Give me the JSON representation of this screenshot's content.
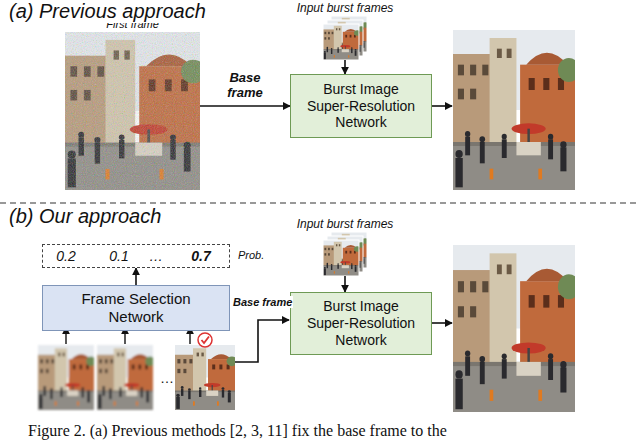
{
  "diagram": {
    "caption": "Figure 2. (a) Previous methods [2, 3, 11] fix the base frame to the",
    "nodes": [
      {
        "text": [
          "First frame"
        ]
      },
      {
        "text": [
          "Input burst frames"
        ]
      },
      {
        "text": [
          "Burst Image Super-Resolution Network"
        ]
      },
      {
        "text": [
          "0.2",
          "0.1",
          "…",
          "0.7"
        ]
      },
      {
        "text": [
          "Frame Selection Network"
        ]
      },
      {
        "text": [
          "Input burst frames"
        ]
      },
      {
        "text": [
          "Burst Image Super-Resolution Network"
        ]
      }
    ],
    "edges": [
      {
        "from": 0,
        "to": 2,
        "arrow": "to",
        "label": "Base frame"
      },
      {
        "from": 1,
        "to": 2,
        "arrow": "to"
      },
      {
        "from": 4,
        "to": 3,
        "arrow": "to"
      },
      {
        "from": 5,
        "to": 6,
        "arrow": "to"
      }
    ],
    "labels": [
      "(a) Previous approach",
      "(b) Our approach",
      "Prob.",
      "Base frame",
      "…"
    ]
  }
}
